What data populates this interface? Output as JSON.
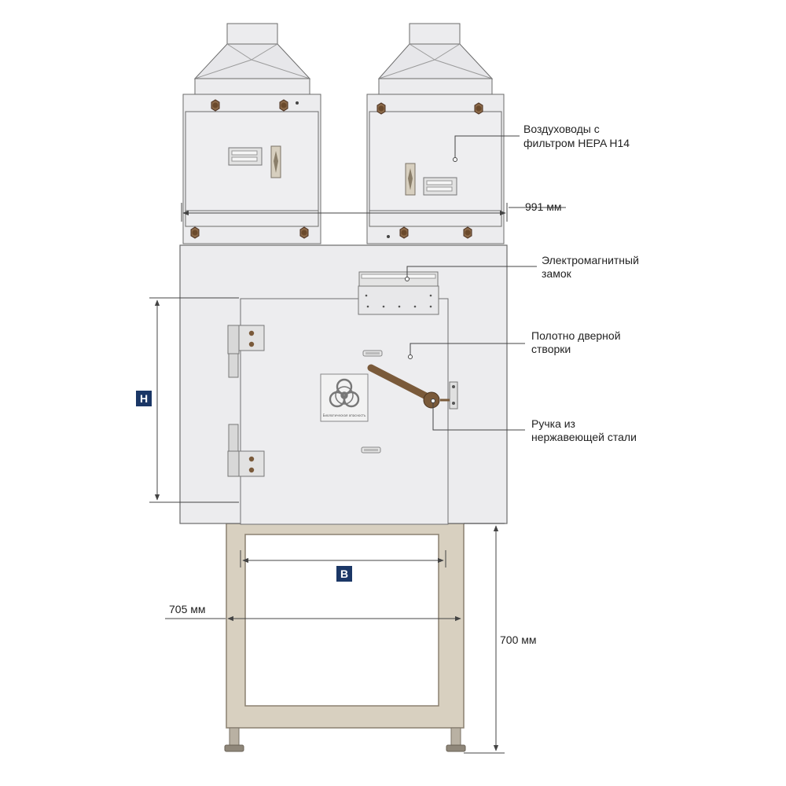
{
  "callouts": {
    "ducts": [
      "Воздуховоды с",
      "фильтром HEPA H14"
    ],
    "lock": [
      "Электромагнитный",
      "замок"
    ],
    "door": [
      "Полотно дверной",
      "створки"
    ],
    "handle": [
      "Ручка из",
      "нержавеющей стали"
    ]
  },
  "dimensions": {
    "top_width": "991 мм",
    "stand_width": "705 мм",
    "stand_height": "700 мм",
    "door_height_badge": "H",
    "door_width_badge": "B"
  },
  "biohazard_caption": "Биологическая опасность",
  "colors": {
    "cabinet": "#ececee",
    "outline": "#6b6b6b",
    "frame": "#d8d0c0",
    "frame_edge": "#8a8070",
    "bolt": "#7a5a40",
    "handle": "#7a5a3a",
    "badge": "#1b3766",
    "dim_line": "#444444"
  },
  "icons": [
    "biohazard-icon",
    "bolt-icon",
    "hinge-icon",
    "handle-icon",
    "lock-icon"
  ]
}
